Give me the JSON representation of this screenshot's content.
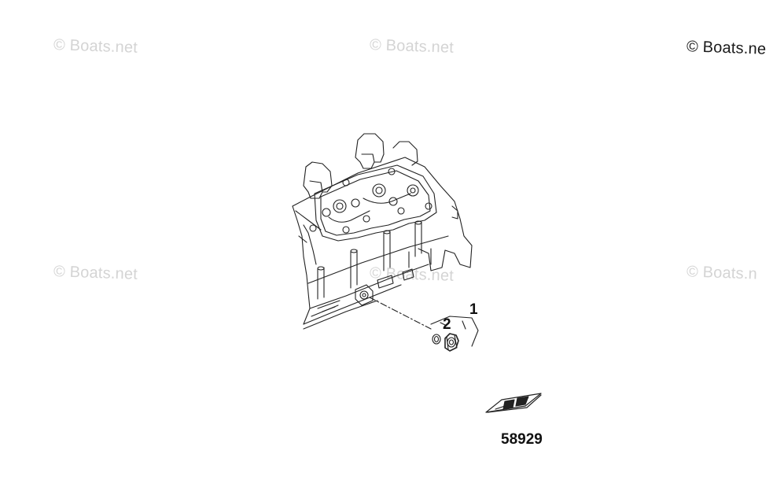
{
  "watermarks": [
    "© Boats.net",
    "© Boats.net",
    "© Boats.net",
    "© Boats.net",
    "© Boats.n"
  ],
  "watermark_dark": "© Boats.ne",
  "callouts": {
    "part1": "1",
    "part2": "2"
  },
  "diagram_id": "58929",
  "colors": {
    "line": "#222222",
    "watermark": "#d4d4d4",
    "background": "#ffffff"
  }
}
